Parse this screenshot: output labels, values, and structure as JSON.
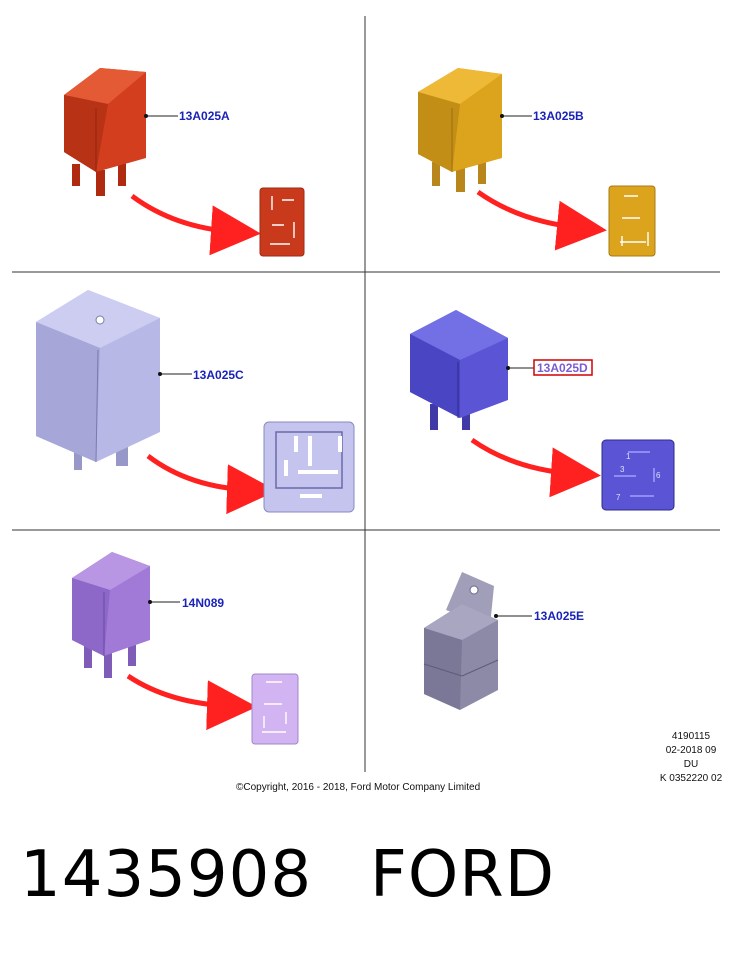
{
  "parts": [
    {
      "label": "13A025A",
      "color": "#c93a1c"
    },
    {
      "label": "13A025B",
      "color": "#dca31c"
    },
    {
      "label": "13A025C",
      "color": "#b8b8e6"
    },
    {
      "label": "13A025D",
      "color": "#5b55d6",
      "highlighted": true,
      "highlight_color": "#d00000"
    },
    {
      "label": "14N089",
      "color": "#a07ad6"
    },
    {
      "label": "13A025E",
      "color": "#8c8aa6"
    }
  ],
  "pinout_text": {
    "d_pin_3": "3",
    "d_pin_7": "7",
    "d_pin_6": "6",
    "d_pin_1": "1"
  },
  "metadata": {
    "line1": "4190115",
    "line2": "02-2018 09",
    "line3": "DU",
    "line4": "K 0352220 02"
  },
  "copyright": "©Copyright, 2016 - 2018, Ford Motor Company Limited",
  "footer": {
    "part_number": "1435908",
    "brand": "FORD"
  },
  "colors": {
    "arrow": "#ff2020",
    "grid_line": "#333333",
    "callout_text": "#1a23b8"
  }
}
